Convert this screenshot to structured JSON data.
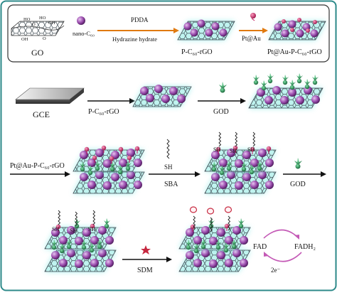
{
  "top_panel": {
    "go_label": "GO",
    "nano_c60_label": "nano-C₆₀",
    "pdda_label": "PDDA",
    "hydrazine_label": "Hydrazine hydrate",
    "pc60rgo_label": "P-C₆₀-rGO",
    "pt_au_label": "Pt@Au",
    "product_label": "Pt@Au-P-C₆₀-rGO",
    "go_groups": [
      "HO",
      "O",
      "HO",
      "OH",
      "OH",
      "O"
    ]
  },
  "row1": {
    "gce_label": "GCE",
    "pc60rgo_label": "P-C₆₀-rGO",
    "god_label": "GOD"
  },
  "row2": {
    "reagent_label": "Pt@Au-P-C₆₀-rGO",
    "sh_label": "SH",
    "sba_label": "SBA",
    "god_label": "GOD",
    "sh_tags": [
      "SH",
      "SH",
      "SH"
    ]
  },
  "row3": {
    "sh_tags": [
      "SH",
      "SH",
      "SH"
    ],
    "sdm_label": "SDM",
    "fad_label": "FAD",
    "fadh2_label": "FADH₂",
    "electron_label": "2e⁻"
  },
  "colors": {
    "frame_border": "#2e8a8a",
    "sheet_glow": "#7ee6e2",
    "sheet_grid": "#3e4a52",
    "c60_ball": "#9d4fb0",
    "pt_au": "#c2185b",
    "god": "#1f8f4e",
    "sdm": "#c6283f",
    "arrow_top": "#e07a10",
    "cycle_arrow": "#c45ab6"
  }
}
